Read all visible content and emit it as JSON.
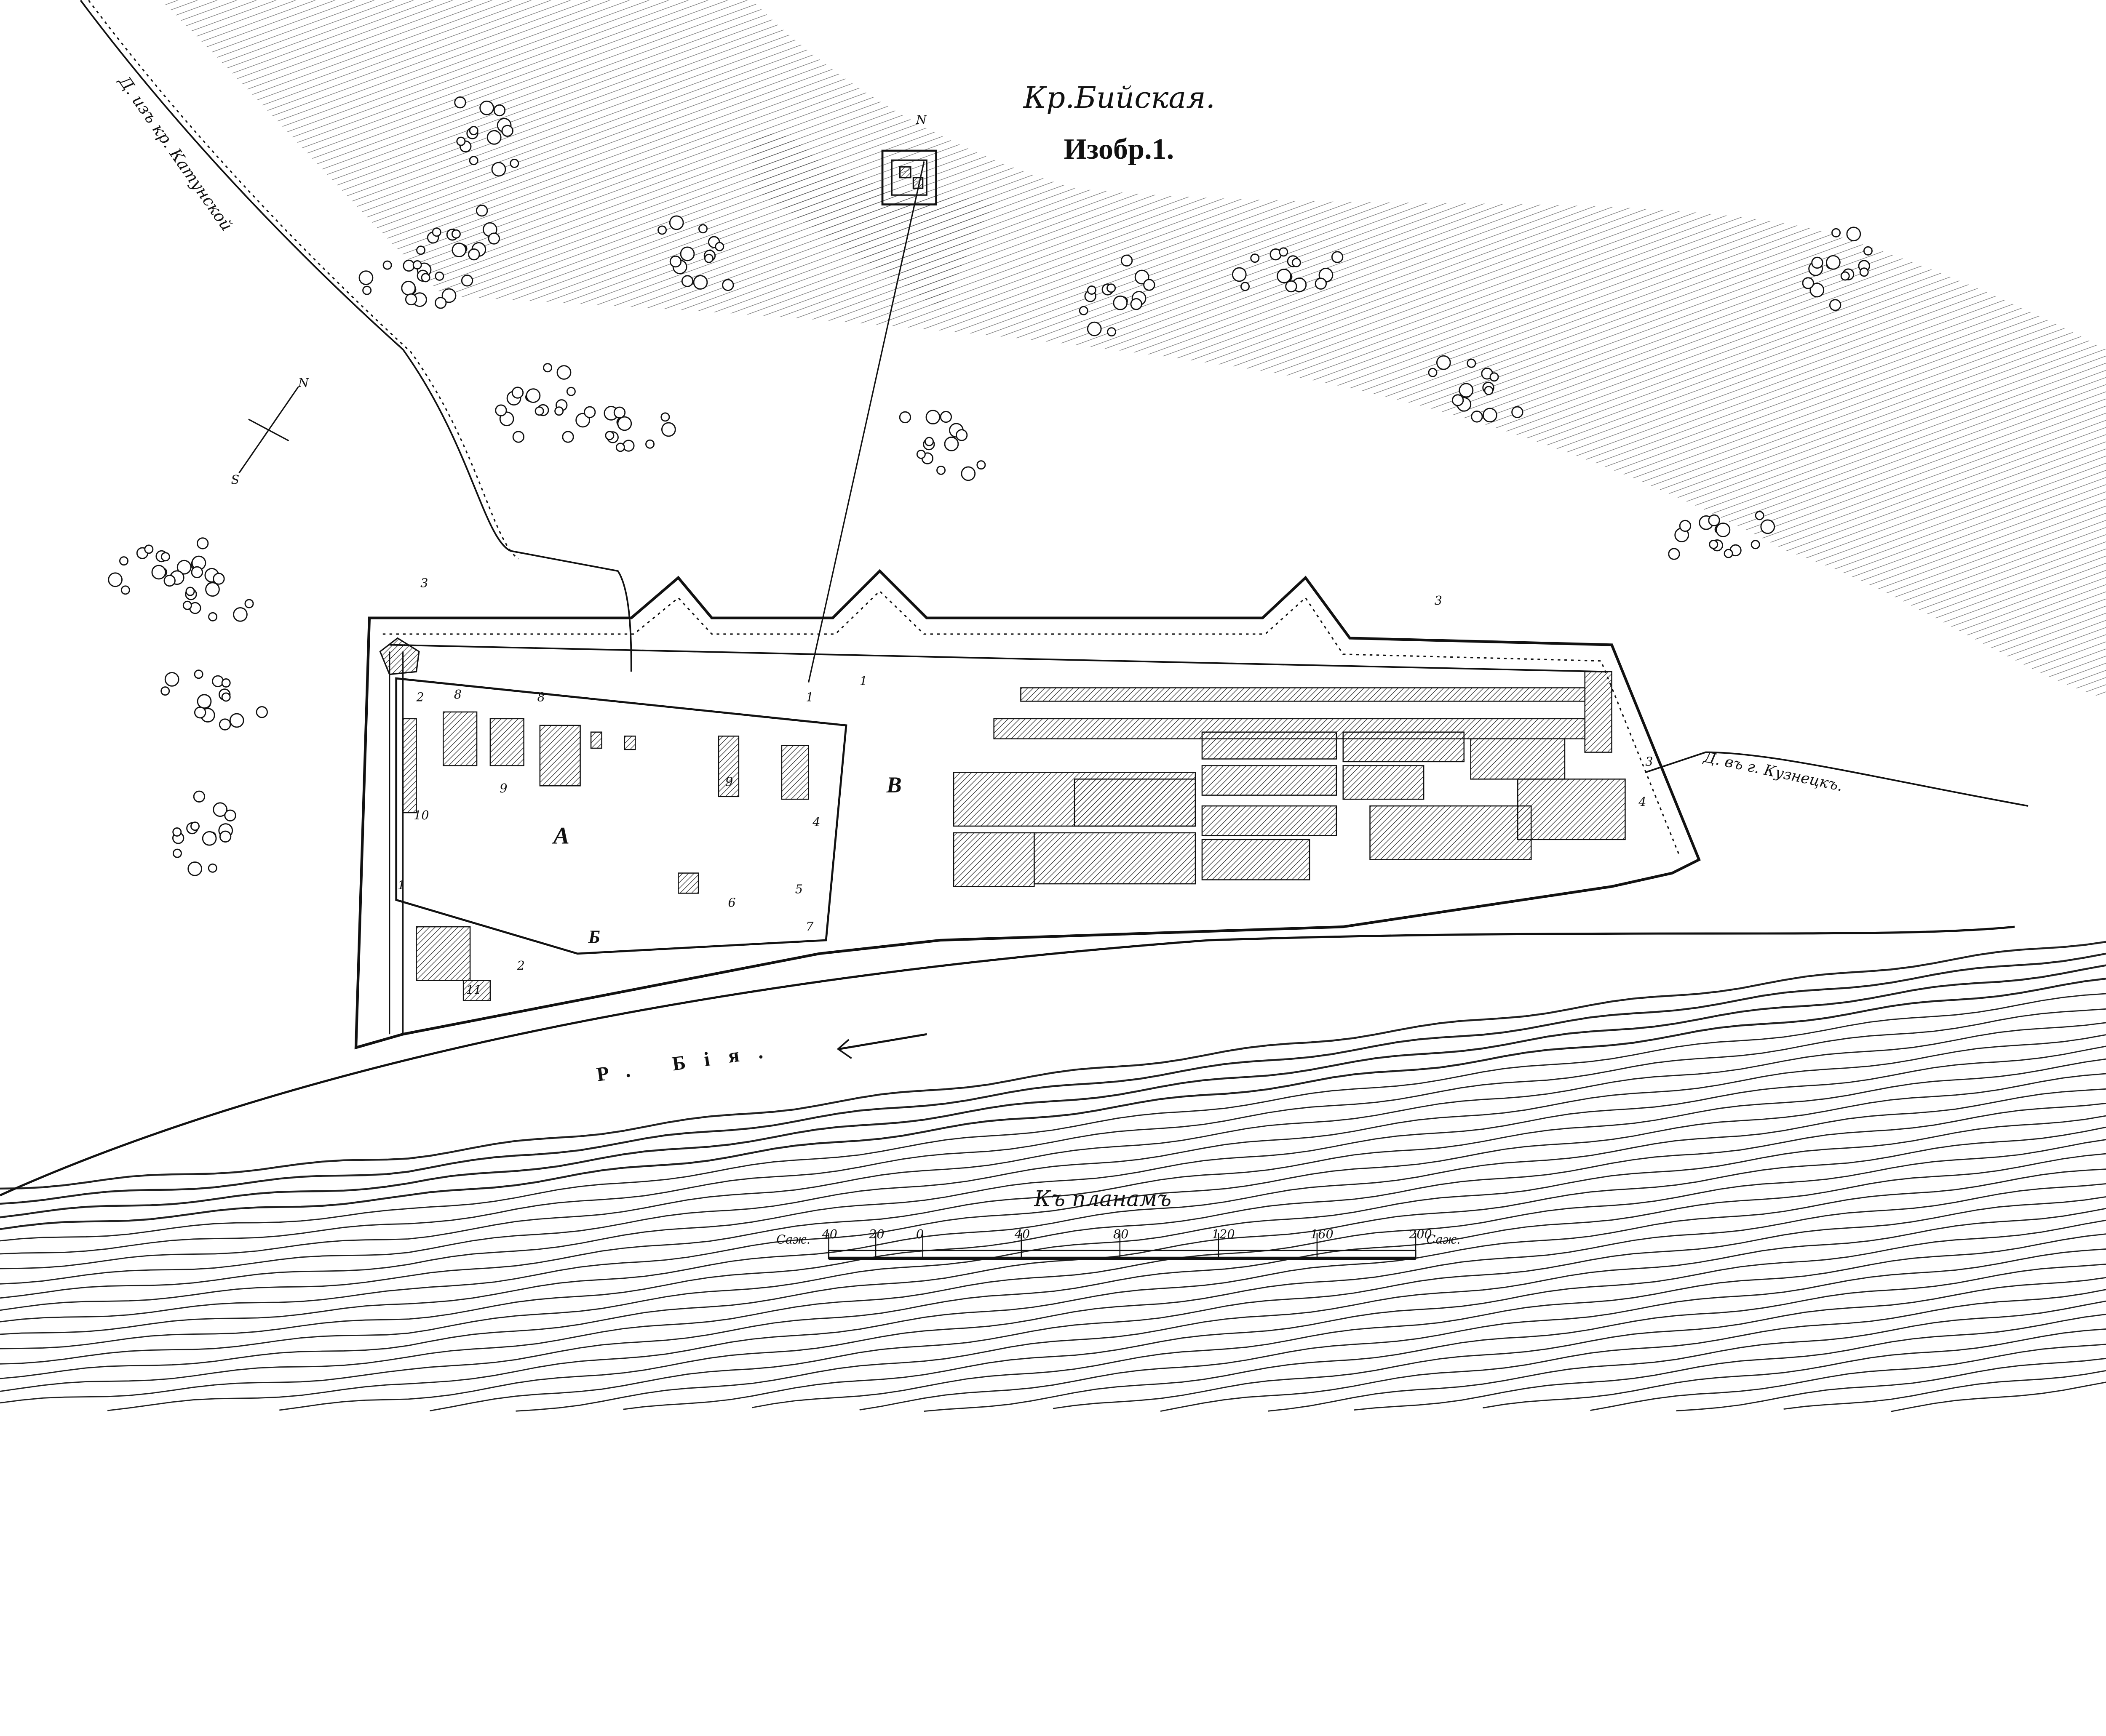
{
  "title": "Кр.Бийская.",
  "subtitle": "Изобр.1.",
  "roads": {
    "from_katun": "Д. изъ кр. Катунской",
    "to_kuznetsk": "Д. въ г. Кузнецкъ."
  },
  "river": {
    "label": "Р. Бія."
  },
  "compass": {
    "north": "N",
    "south": "S"
  },
  "outpost_marker": "N",
  "districts": {
    "a": "А",
    "b": "Б",
    "v": "В"
  },
  "building_numbers": [
    "1",
    "2",
    "3",
    "4",
    "5",
    "6",
    "7",
    "8",
    "9",
    "10",
    "11"
  ],
  "scale_bar": {
    "title": "Къ планамъ",
    "unit_left": "Саж.",
    "unit_right": "Саж.",
    "ticks": [
      "40",
      "20",
      "0",
      "40",
      "80",
      "120",
      "160",
      "200"
    ]
  },
  "colors": {
    "ink": "#111111",
    "paper": "#ffffff"
  }
}
